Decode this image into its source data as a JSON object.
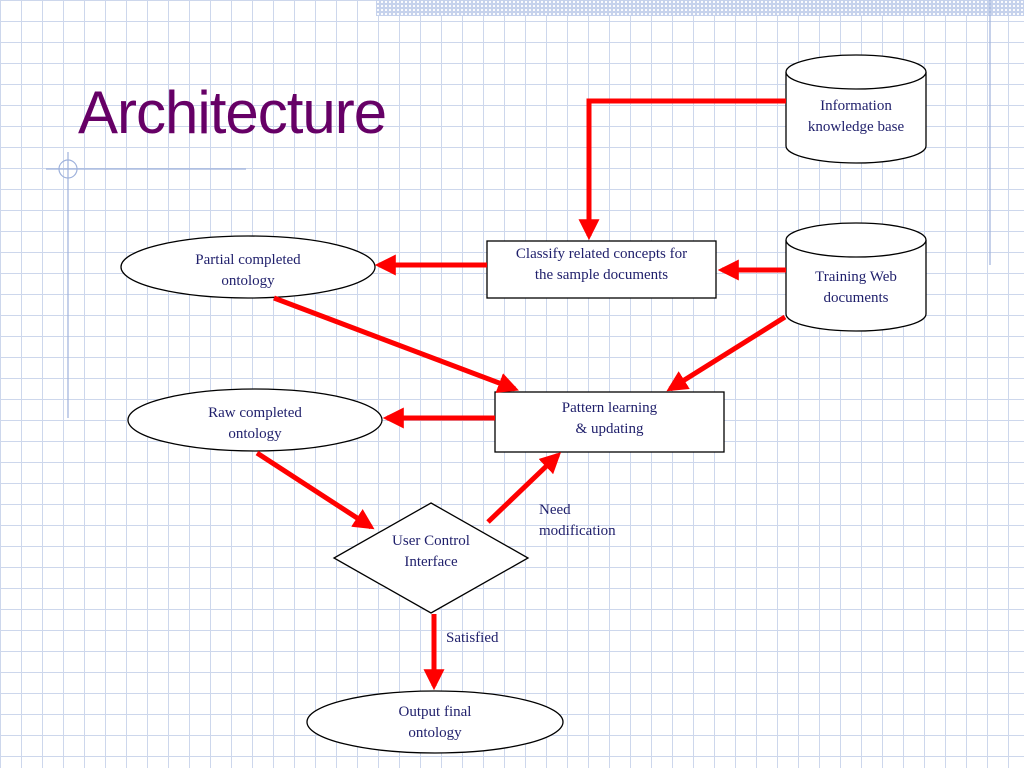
{
  "title": "Architecture",
  "nodes": {
    "knowledge_base": [
      "Information",
      "knowledge base"
    ],
    "training_docs": [
      "Training Web",
      "documents"
    ],
    "classify": [
      "Classify related concepts for",
      "the sample documents"
    ],
    "partial_ontology": [
      "Partial completed",
      "ontology"
    ],
    "pattern_learning": [
      "Pattern learning",
      "& updating"
    ],
    "raw_ontology": [
      "Raw completed",
      "ontology"
    ],
    "user_control": [
      "User Control",
      "Interface"
    ],
    "output_ontology": [
      "Output final",
      "ontology"
    ]
  },
  "edge_labels": {
    "need_modification": [
      "Need",
      "modification"
    ],
    "satisfied": "Satisfied"
  },
  "colors": {
    "title": "#660066",
    "arrow": "#ff0000",
    "text": "#1f1f6b",
    "grid": "#cdd7ec"
  }
}
